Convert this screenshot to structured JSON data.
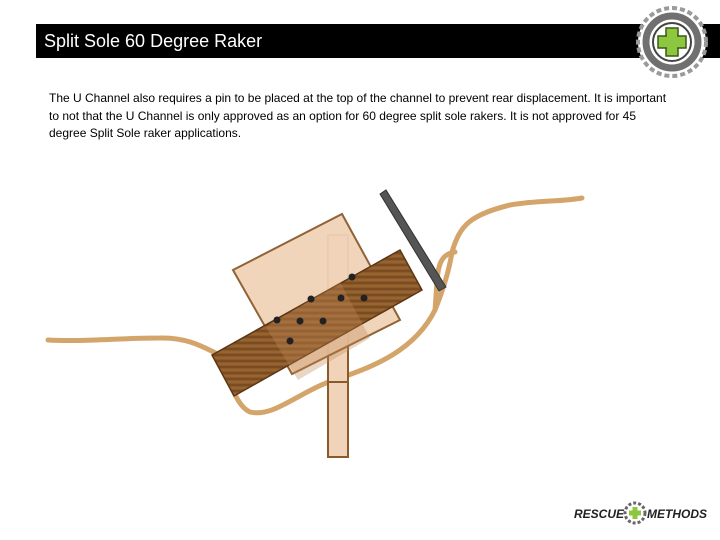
{
  "slide": {
    "title": "Split Sole 60 Degree Raker",
    "body": "The U Channel also requires a pin to be placed at the top of the channel to prevent rear displacement.  It is important to not that the U Channel is only approved as an option for 60 degree split sole rakers.  It is not approved for 45 degree Split Sole raker applications."
  },
  "badge": {
    "icon": "first-aid-cross-icon",
    "cross_color": "#8dc63f"
  },
  "footer": {
    "brand_left": "RESCUE",
    "brand_right": "METHODS",
    "icon": "cross-gear-icon"
  }
}
